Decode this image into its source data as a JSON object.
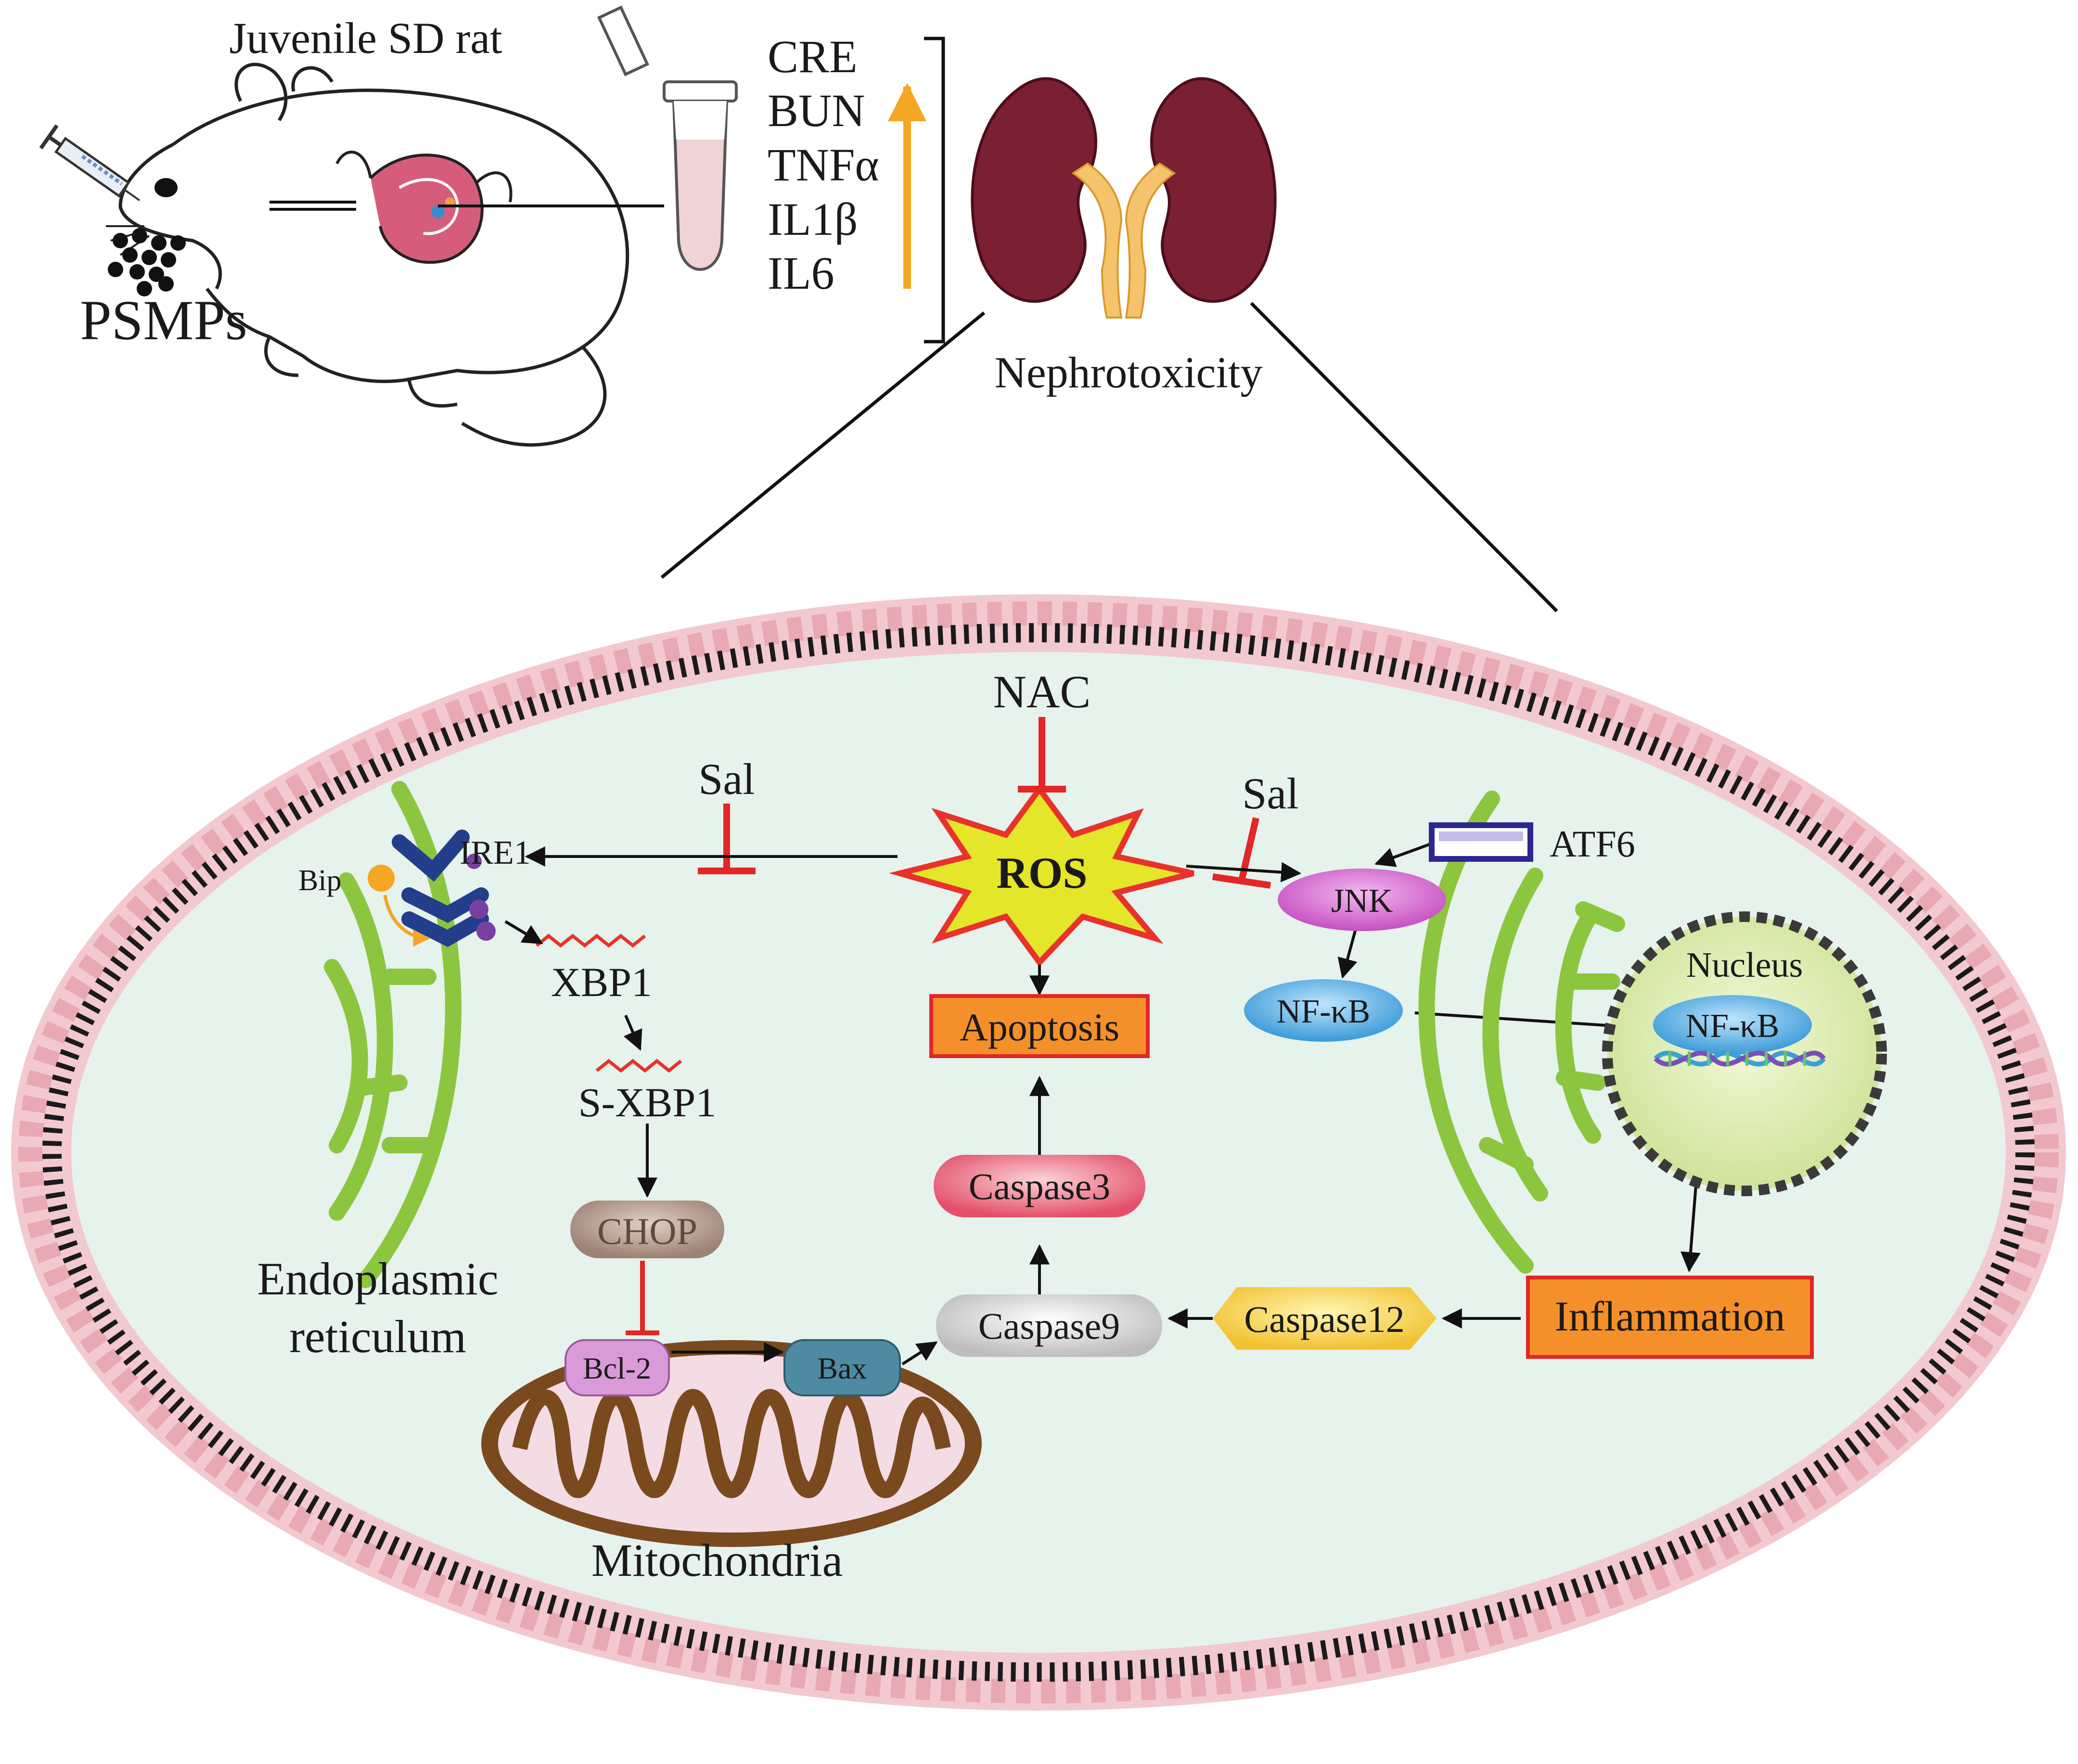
{
  "top": {
    "rat_label": "Juvenile SD rat",
    "particles_label": "PSMPs",
    "markers": [
      "CRE",
      "BUN",
      "TNFα",
      "IL1β",
      "IL6"
    ],
    "kidney_label": "Nephrotoxicity"
  },
  "cell": {
    "er_label_line1": "Endoplasmic",
    "er_label_line2": "reticulum",
    "mito_label": "Mitochondria",
    "nucleus_label": "Nucleus",
    "nac": "NAC",
    "sal_left": "Sal",
    "sal_right": "Sal",
    "ros": "ROS",
    "ire1": "IRE1",
    "bip": "Bip",
    "xbp1": "XBP1",
    "s_xbp1": "S-XBP1",
    "chop": "CHOP",
    "bcl2": "Bcl-2",
    "bax": "Bax",
    "caspase9": "Caspase9",
    "caspase3": "Caspase3",
    "caspase12": "Caspase12",
    "apoptosis": "Apoptosis",
    "inflammation": "Inflammation",
    "jnk": "JNK",
    "nfkb": "NF-κB",
    "nfkb_nucleus": "NF-κB",
    "atf6": "ATF6"
  },
  "colors": {
    "membrane_fill": "#e6f2ec",
    "membrane_bead": "#f2c9cf",
    "er_green": "#8cc63f",
    "ros_yellow": "#e4e629",
    "ros_red": "#e8322b",
    "box_orange": "#f4902a",
    "inhibit_red": "#e32626",
    "arrow_orange": "#f5a623",
    "kidney": "#7b2032"
  }
}
